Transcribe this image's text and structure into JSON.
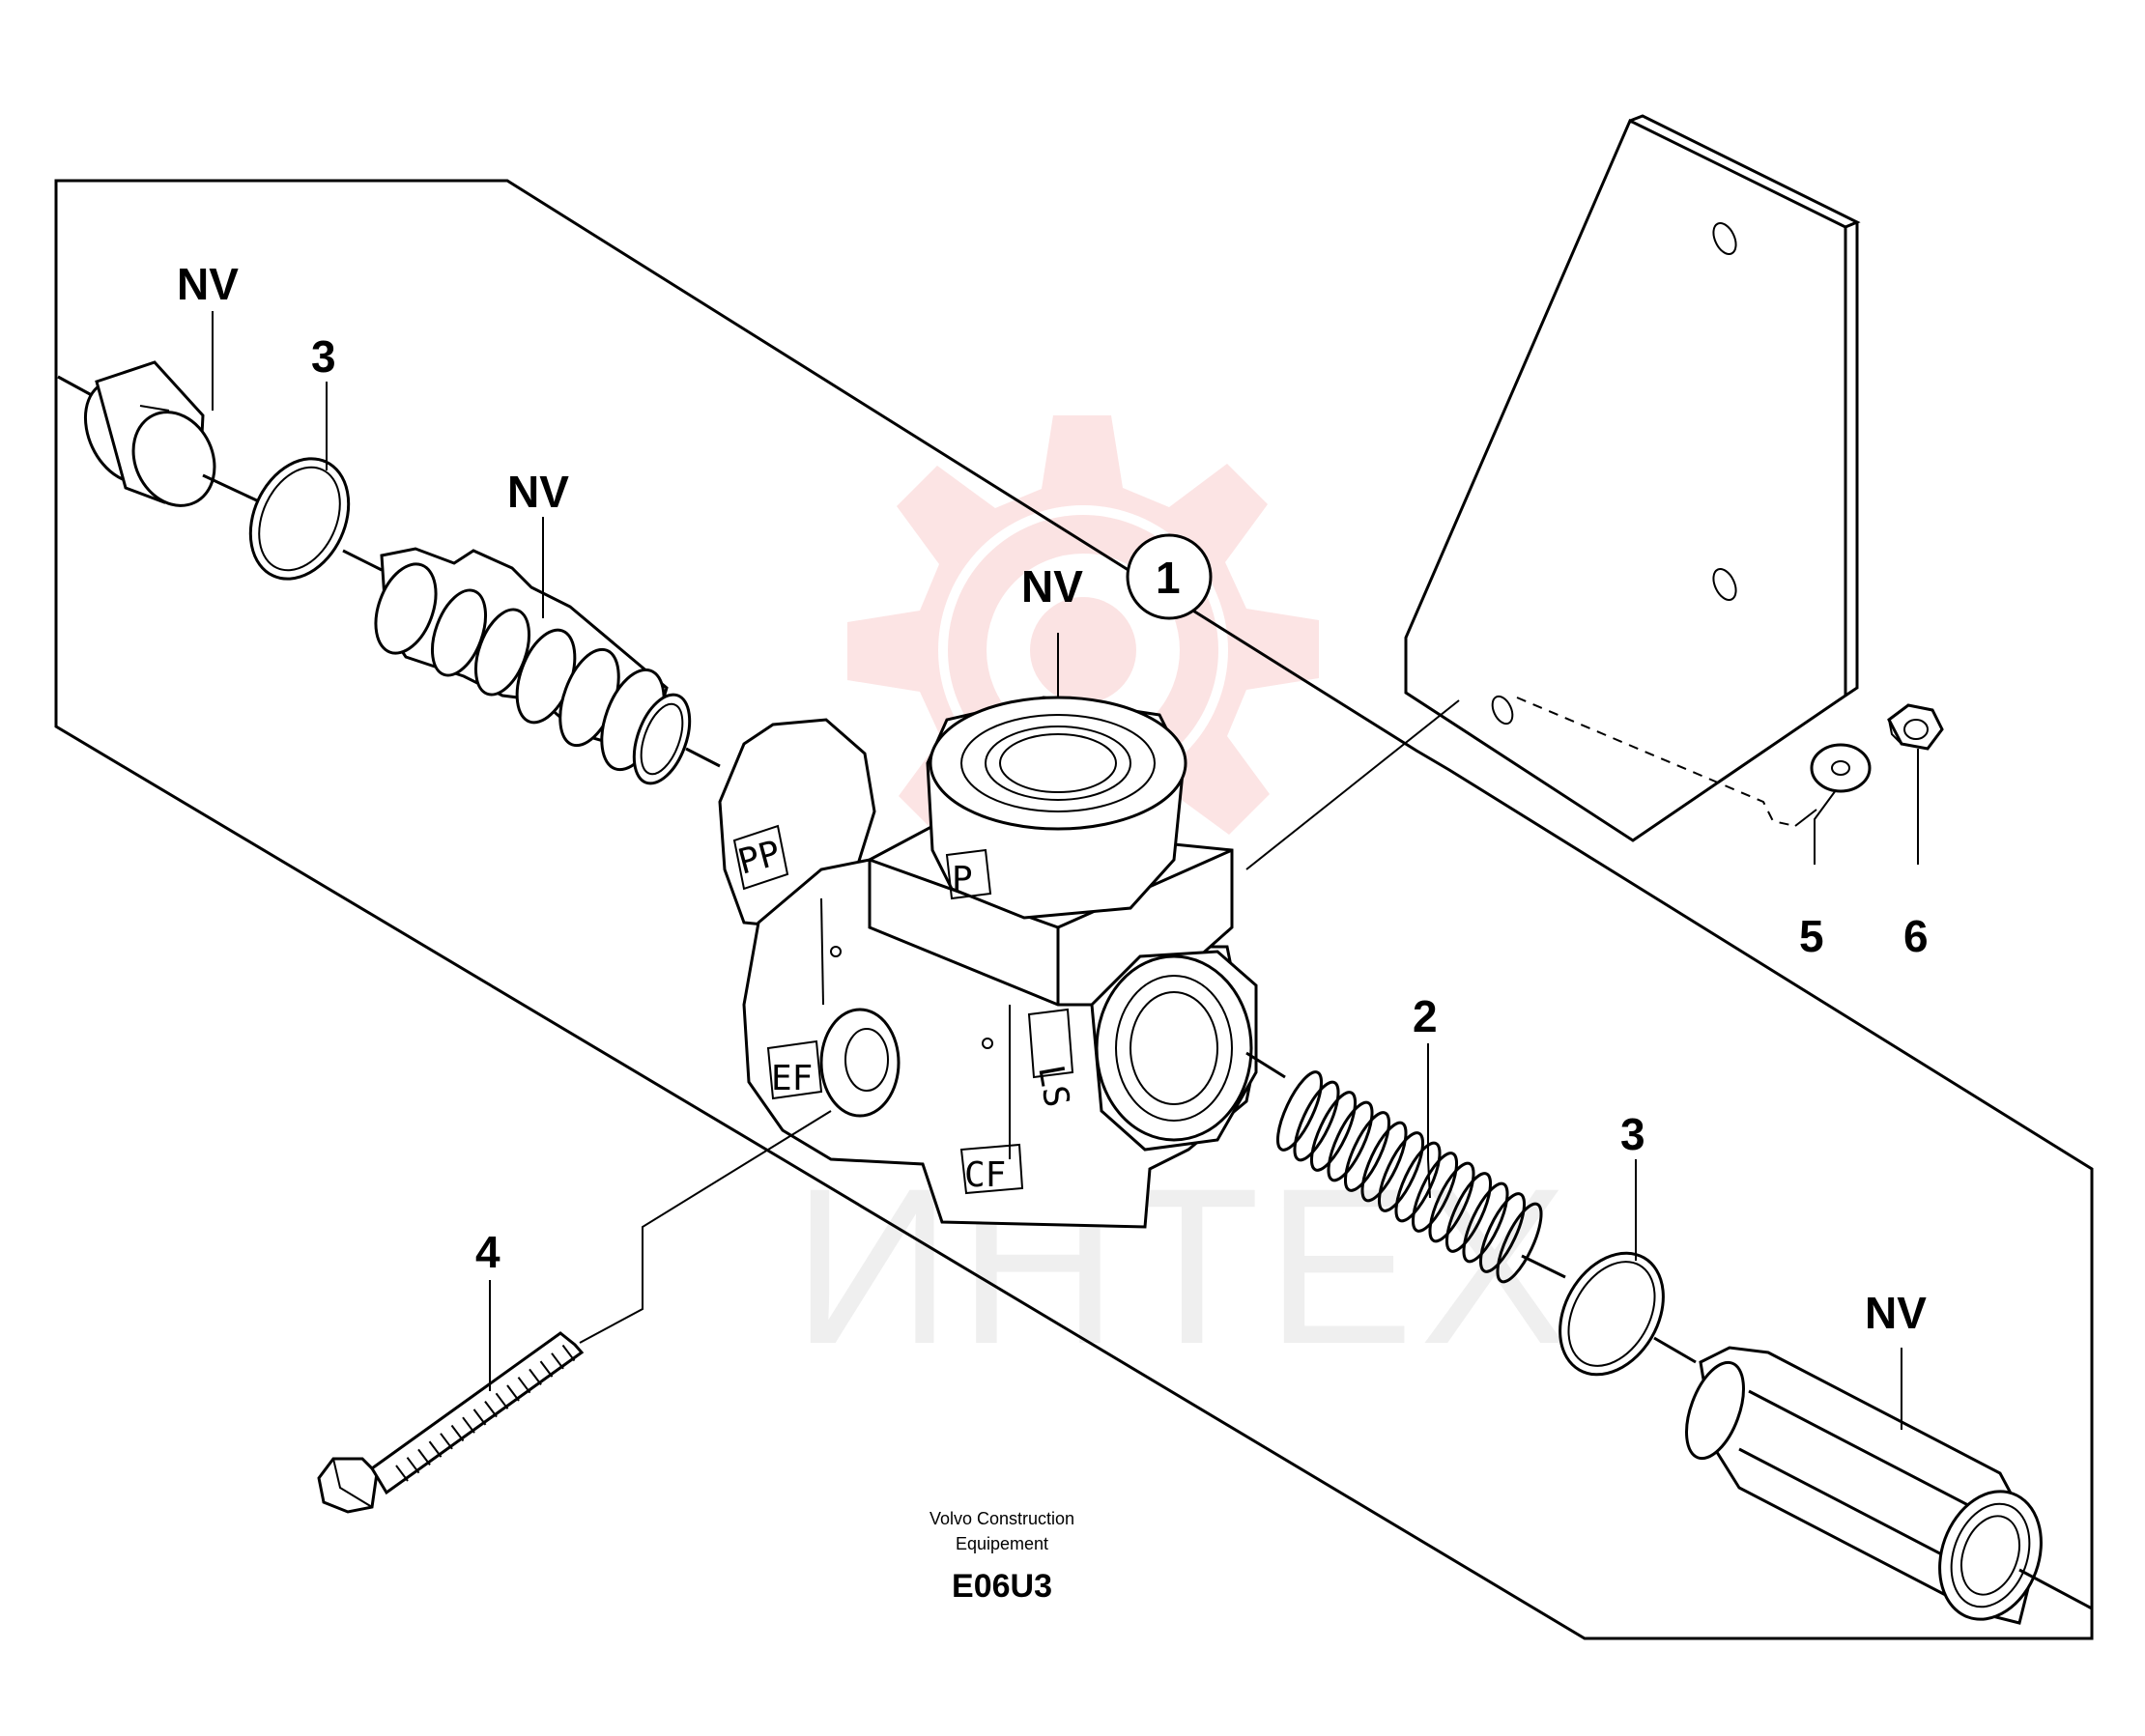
{
  "callouts": {
    "nv_plug_left": "NV",
    "nv_spool": "NV",
    "nv_body": "NV",
    "nv_fitting_right": "NV",
    "item1": "1",
    "item2": "2",
    "item3_left": "3",
    "item3_right": "3",
    "item4": "4",
    "item5": "5",
    "item6": "6"
  },
  "ports": {
    "pp": "PP",
    "p": "P",
    "ls": "LS",
    "ef": "EF",
    "cf": "CF"
  },
  "credit": {
    "line1": "Volvo Construction",
    "line2": "Equipement",
    "code": "E06U3"
  },
  "watermark": {
    "text": "ИНТЕХ",
    "color": "#f6b8b8"
  },
  "colors": {
    "line": "#000000",
    "background": "#ffffff",
    "watermark_text": "#e2e2e2"
  }
}
